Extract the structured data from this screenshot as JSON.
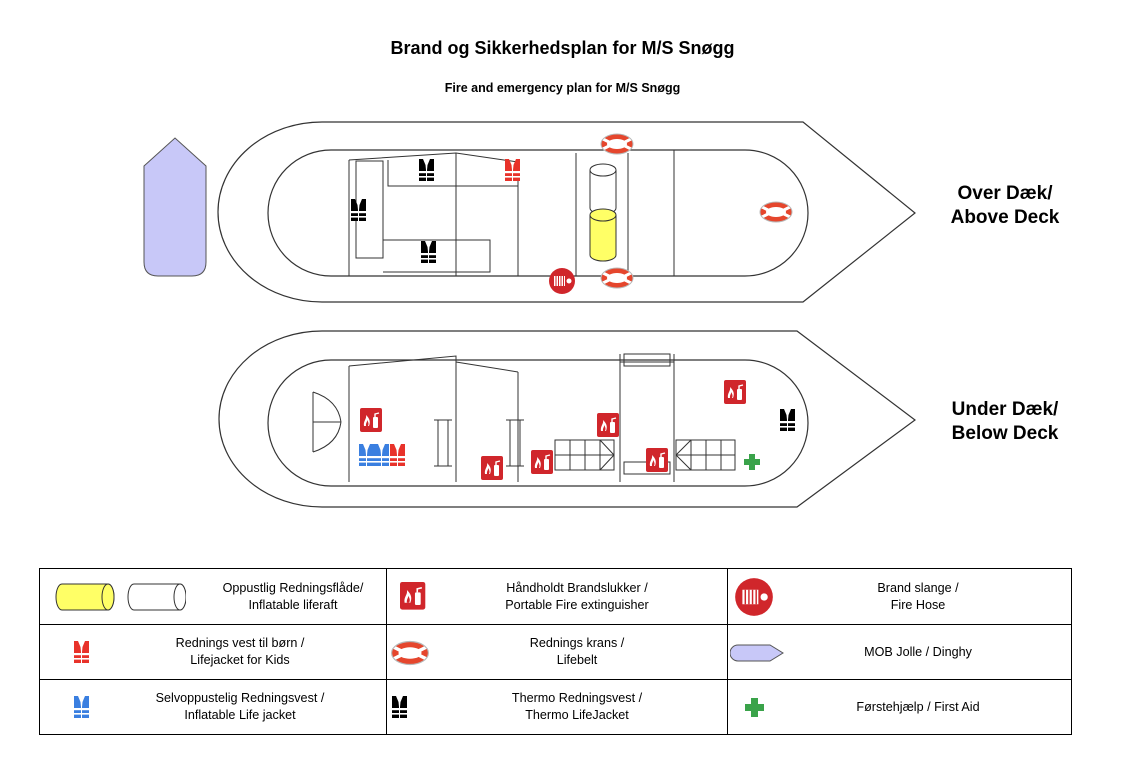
{
  "title": "Brand og Sikkerhedsplan for M/S Snøgg",
  "subtitle": "Fire and emergency plan for M/S Snøgg",
  "decks": {
    "above": {
      "line1": "Over Dæk/",
      "line2": "Above Deck"
    },
    "below": {
      "line1": "Under Dæk/",
      "line2": "Below Deck"
    }
  },
  "colors": {
    "liferaft": "#ffff66",
    "kids_vest": "#e8322a",
    "inflatable_vest": "#3a7fe0",
    "thermo_vest": "#000000",
    "extinguisher_bg": "#d0262b",
    "first_aid": "#3aa34a",
    "dinghy": "#c8c8f8"
  },
  "legend": {
    "liferaft": {
      "line1": "Oppustlig Redningsflåde/",
      "line2": "Inflatable liferaft"
    },
    "extinguisher": {
      "line1": "Håndholdt Brandslukker /",
      "line2": "Portable Fire extinguisher"
    },
    "firehose": {
      "line1": "Brand slange /",
      "line2": "Fire Hose"
    },
    "kids_vest": {
      "line1": "Rednings vest til børn /",
      "line2": "Lifejacket for Kids"
    },
    "lifebelt": {
      "line1": "Rednings krans /",
      "line2": "Lifebelt"
    },
    "dinghy": {
      "line1": "MOB Jolle / Dinghy"
    },
    "inflatable_vest": {
      "line1": "Selvoppustelig Redningsvest /",
      "line2": "Inflatable Life jacket"
    },
    "thermo_vest": {
      "line1": "Thermo Redningsvest /",
      "line2": "Thermo LifeJacket"
    },
    "first_aid": {
      "line1": "Førstehjælp / First Aid"
    }
  }
}
